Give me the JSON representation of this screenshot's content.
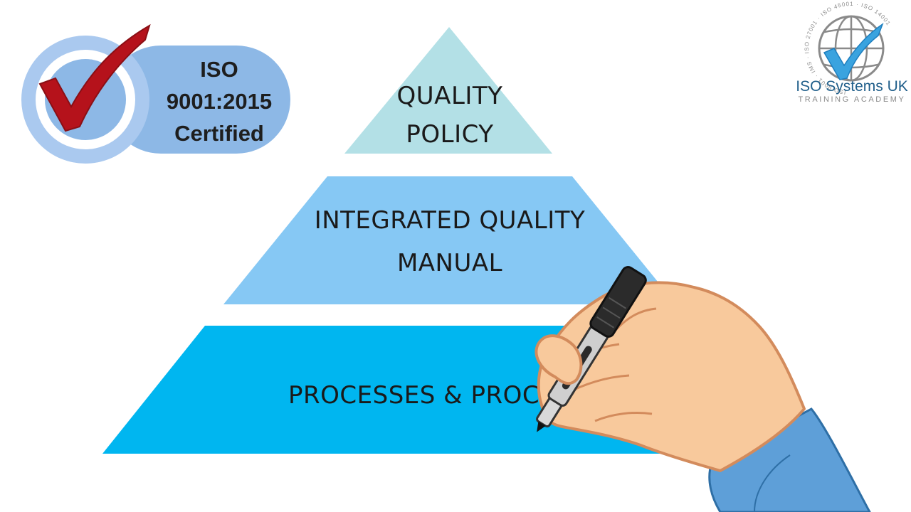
{
  "badge": {
    "lines": [
      "ISO",
      "9001:2015",
      "Certified"
    ],
    "colors": {
      "bar": "#8db8e6",
      "ring": "#aac9ef",
      "check": "#b5121b"
    }
  },
  "brand": {
    "name": "ISO Systems UK",
    "tagline": "TRAINING ACADEMY",
    "ring_text": "ISO 9001 · IMS · ISO 27001 · ISO 45001 · ISO 14001",
    "icon": "globe-check-icon"
  },
  "pyramid": {
    "tiers": [
      {
        "lines": [
          "QUALITY",
          "POLICY"
        ],
        "color": "#b3e0e6"
      },
      {
        "lines": [
          "INTEGRATED QUALITY",
          "MANUAL"
        ],
        "color": "#86c8f4"
      },
      {
        "lines": [
          "PROCESSES & PROCED"
        ],
        "color": "#00b6f0"
      }
    ]
  },
  "overlay": {
    "hand_icon": "hand-with-marker-icon"
  }
}
